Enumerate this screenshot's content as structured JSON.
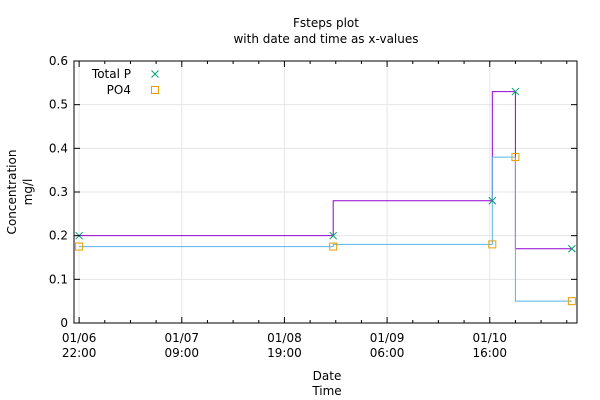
{
  "chart_data": {
    "type": "line",
    "title": "Fsteps plot",
    "subtitle": "with date and time as x-values",
    "xlabel": "Date",
    "xlabel2": "Time",
    "ylabel": "Concentration",
    "ylabel2": "mg/l",
    "x_unit": "hours",
    "xlim": [
      -1,
      97
    ],
    "ylim": [
      0,
      0.6
    ],
    "yticks": [
      0,
      0.1,
      0.2,
      0.3,
      0.4,
      0.5,
      0.6
    ],
    "yticklabels": [
      "0",
      "0.1",
      "0.2",
      "0.3",
      "0.4",
      "0.5",
      "0.6"
    ],
    "xticks": [
      {
        "x": 0,
        "date": "01/06",
        "time": "22:00"
      },
      {
        "x": 20,
        "date": "01/07",
        "time": "09:00"
      },
      {
        "x": 40,
        "date": "01/08",
        "time": "19:00"
      },
      {
        "x": 60,
        "date": "01/09",
        "time": "06:00"
      },
      {
        "x": 80,
        "date": "01/10",
        "time": "16:00"
      }
    ],
    "xminor_step": 5,
    "grid": true,
    "legend_position": "top-left",
    "series": [
      {
        "name": "Total P",
        "color": "#9400d3",
        "marker": "x",
        "marker_color": "#009e73",
        "x": [
          0,
          49.5,
          80.5,
          85,
          96
        ],
        "y": [
          0.2,
          0.2,
          0.28,
          0.53,
          0.17
        ]
      },
      {
        "name": "PO4",
        "color": "#56b4e9",
        "marker": "square",
        "marker_color": "#e69f00",
        "x": [
          0,
          49.5,
          80.5,
          85,
          96
        ],
        "y": [
          0.175,
          0.175,
          0.18,
          0.38,
          0.05
        ]
      }
    ]
  }
}
